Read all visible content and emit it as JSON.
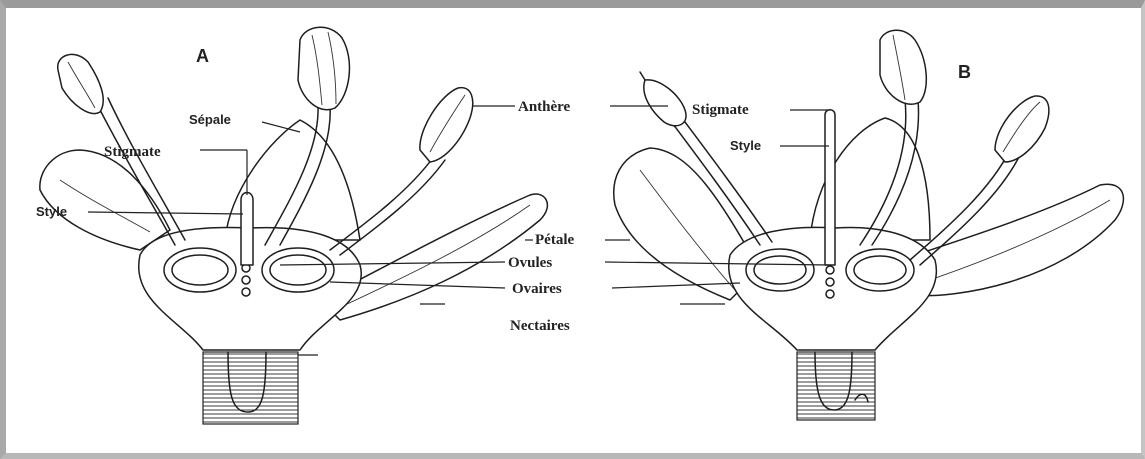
{
  "panel_labels": {
    "a": "A",
    "b": "B"
  },
  "labels": {
    "sepale": "Sépale",
    "stigmate_a": "Stigmate",
    "style_a": "Style",
    "anthere": "Anthère",
    "stigmate_b": "Stigmate",
    "style_b": "Style",
    "petale": "Pétale",
    "ovules": "Ovules",
    "ovaires": "Ovaires",
    "nectaires": "Nectaires"
  }
}
